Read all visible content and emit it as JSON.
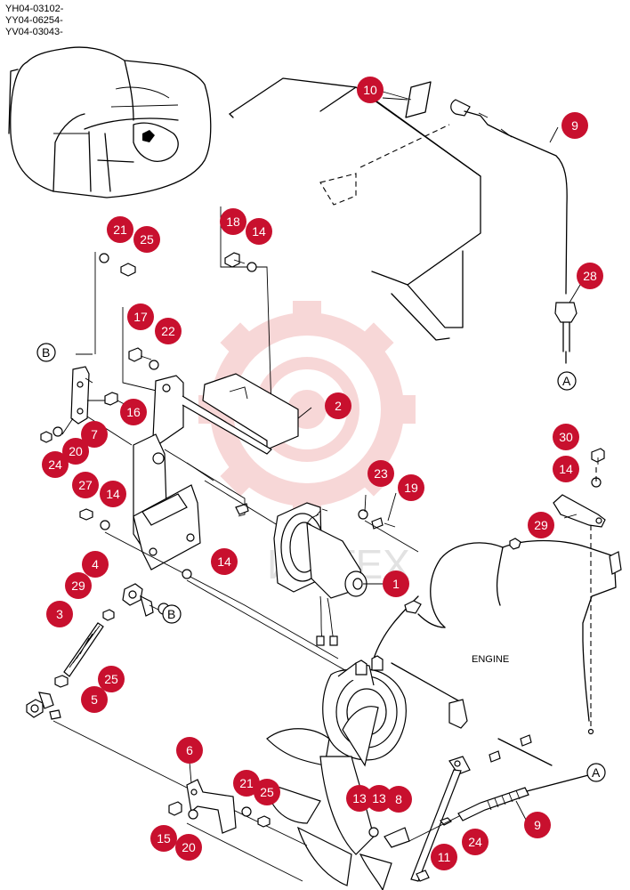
{
  "header": {
    "serials": [
      "YH04-03102-",
      "YY04-06254-",
      "YV04-03043-"
    ]
  },
  "labels": {
    "engine": "ENGINE"
  },
  "watermark": {
    "brand": "ИМТЕХ",
    "gear_color": "#f2b8b8",
    "text_color": "#e5e5e5"
  },
  "colors": {
    "callout_fill": "#c8102e",
    "callout_text": "#ffffff",
    "line": "#000000"
  },
  "refs": [
    "A",
    "A",
    "B",
    "B"
  ],
  "callouts": [
    "10",
    "9",
    "21",
    "25",
    "18",
    "14",
    "28",
    "17",
    "22",
    "2",
    "16",
    "7",
    "24",
    "20",
    "23",
    "19",
    "30",
    "14",
    "27",
    "14",
    "29",
    "14",
    "1",
    "4",
    "29",
    "3",
    "25",
    "5",
    "6",
    "21",
    "25",
    "13",
    "13",
    "8",
    "24",
    "9",
    "15",
    "20",
    "11"
  ]
}
